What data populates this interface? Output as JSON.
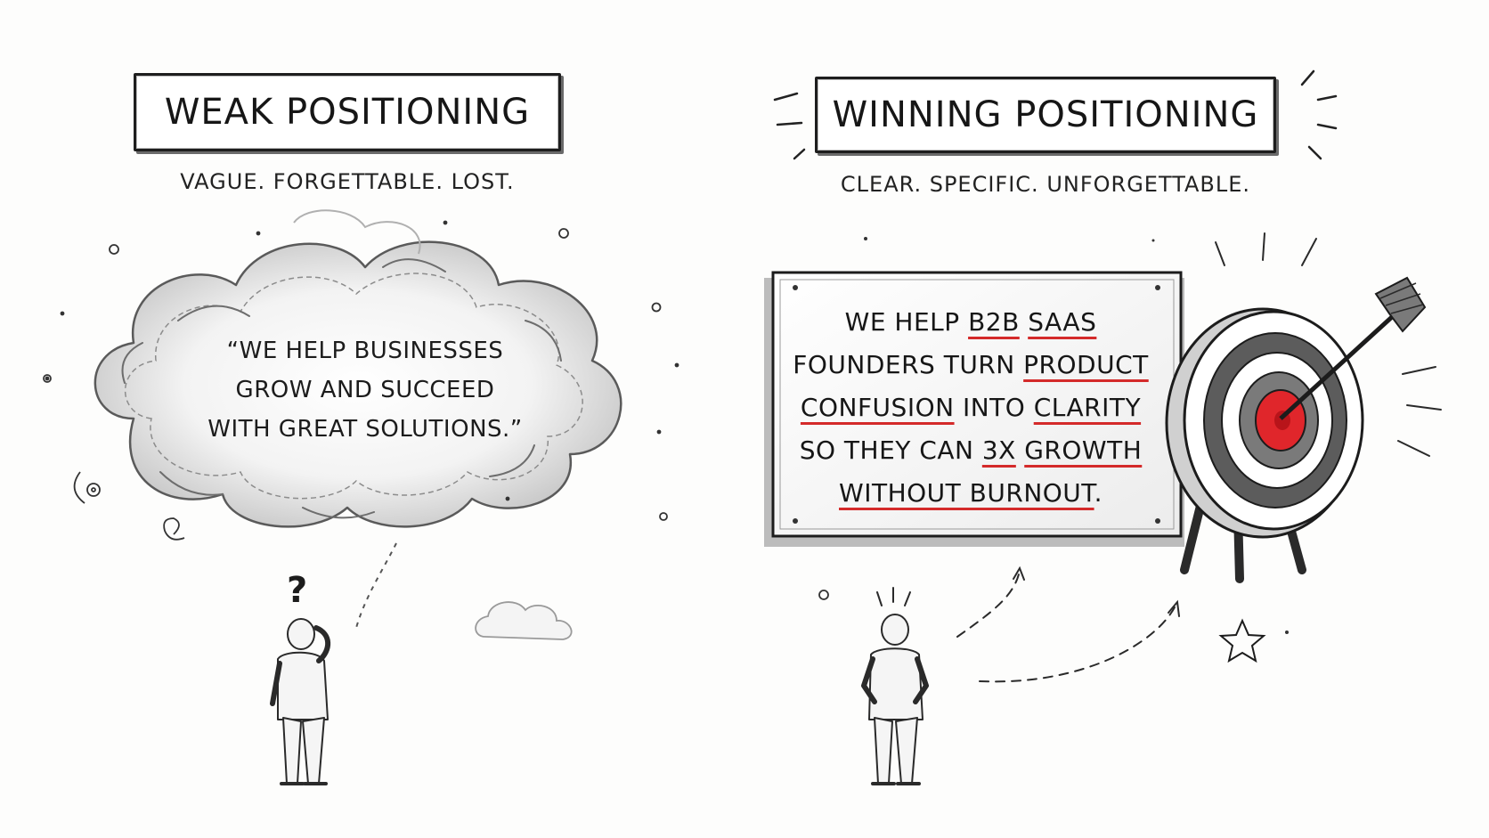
{
  "colors": {
    "ink": "#1c1c1c",
    "accent_red": "#d42a2a",
    "paper": "#fdfdfc",
    "target_red": "#e0262b"
  },
  "left": {
    "title": "WEAK POSITIONING",
    "subtitle": "VAGUE. FORGETTABLE. LOST.",
    "quote_lines": [
      "“WE HELP BUSINESSES",
      "GROW AND SUCCEED",
      "WITH GREAT SOLUTIONS.”"
    ],
    "question_mark": "?"
  },
  "right": {
    "title": "WINNING POSITIONING",
    "subtitle": "CLEAR. SPECIFIC. UNFORGETTABLE.",
    "board": {
      "l1_a": "WE HELP ",
      "l1_b": "B2B",
      "l1_c": " ",
      "l1_d": "SAAS",
      "l2_a": "FOUNDERS TURN ",
      "l2_b": "PRODUCT",
      "l3_a": "CONFUSION",
      "l3_b": " INTO ",
      "l3_c": "CLARITY",
      "l4_a": "SO THEY CAN ",
      "l4_b": "3X",
      "l4_c": " ",
      "l4_d": "GROWTH",
      "l5_a": "WITHOUT BURNOUT",
      "l5_b": "."
    }
  }
}
